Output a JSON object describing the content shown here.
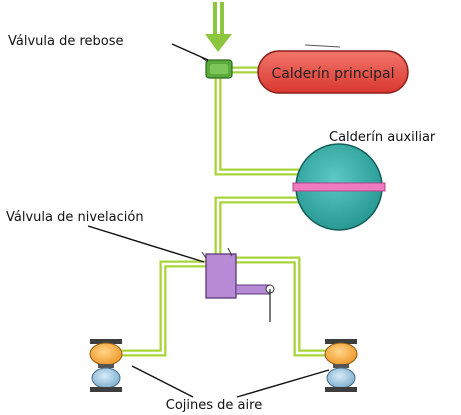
{
  "labels": {
    "valvula_rebose": "Válvula de rebose",
    "calderin_principal": "Calderín principal",
    "calderin_auxiliar": "Calderín auxiliar",
    "valvula_nivelacion": "Válvula de nivelación",
    "cojines_aire": "Cojines de aire"
  },
  "colors": {
    "pipe": "#a8d43a",
    "arrow": "#8cc63f",
    "main_tank": "#e0453c",
    "aux_tank": "#2fa9a3",
    "aux_band": "#f07ac0",
    "overflow_valve": "#5aaa3c",
    "leveling_valve": "#b68ad4",
    "cushion_top": "#f3a43a",
    "cushion_bottom": "#8fb8d4"
  },
  "icons": {
    "inflow": "down-arrow-icon"
  }
}
